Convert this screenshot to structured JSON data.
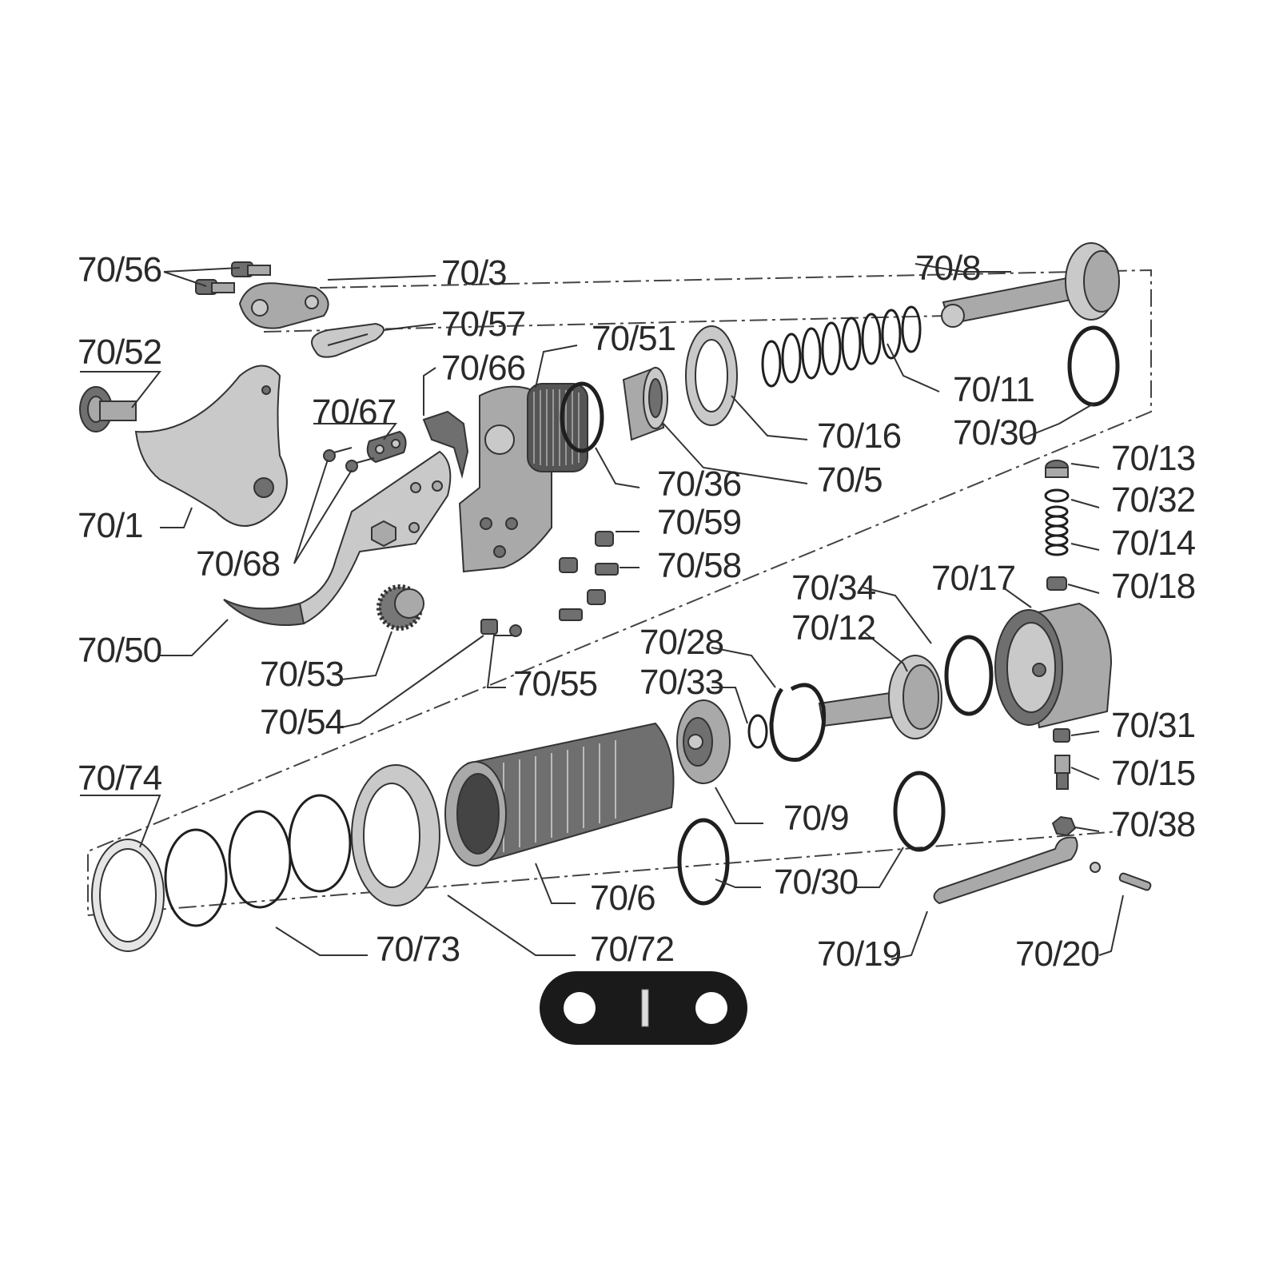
{
  "diagram": {
    "labels": {
      "p70_56": "70/56",
      "p70_3": "70/3",
      "p70_8": "70/8",
      "p70_57": "70/57",
      "p70_52": "70/52",
      "p70_51": "70/51",
      "p70_66": "70/66",
      "p70_67": "70/67",
      "p70_11": "70/11",
      "p70_16": "70/16",
      "p70_30a": "70/30",
      "p70_5": "70/5",
      "p70_36": "70/36",
      "p70_13": "70/13",
      "p70_32": "70/32",
      "p70_1": "70/1",
      "p70_59": "70/59",
      "p70_14": "70/14",
      "p70_68": "70/68",
      "p70_58": "70/58",
      "p70_17": "70/17",
      "p70_18": "70/18",
      "p70_34": "70/34",
      "p70_12": "70/12",
      "p70_28": "70/28",
      "p70_50": "70/50",
      "p70_53": "70/53",
      "p70_33": "70/33",
      "p70_55": "70/55",
      "p70_54": "70/54",
      "p70_31": "70/31",
      "p70_15": "70/15",
      "p70_74": "70/74",
      "p70_9": "70/9",
      "p70_38": "70/38",
      "p70_6": "70/6",
      "p70_30b": "70/30",
      "p70_73": "70/73",
      "p70_72": "70/72",
      "p70_19": "70/19",
      "p70_20": "70/20"
    },
    "colors": {
      "line": "#333333",
      "part_fill": "#a9a9a9",
      "part_light": "#c9c9c9",
      "part_dark": "#6f6f6f",
      "badge": "#1a1a1a"
    }
  }
}
